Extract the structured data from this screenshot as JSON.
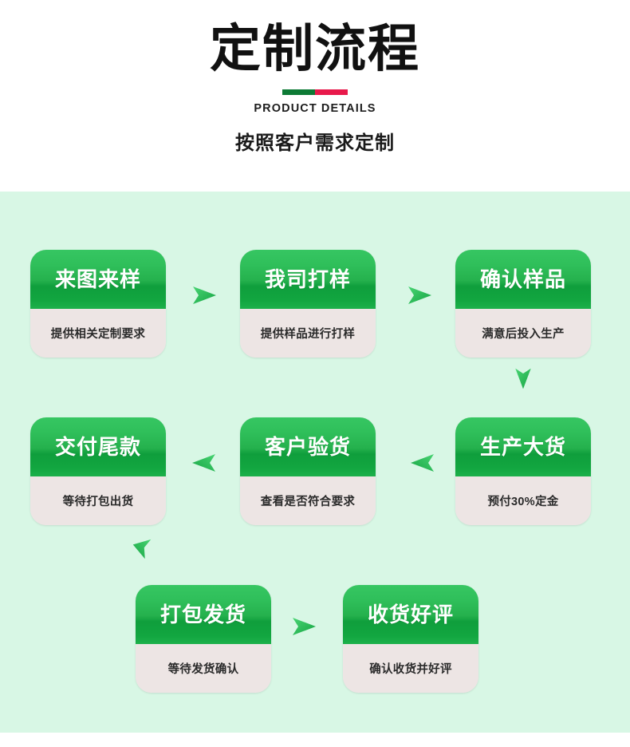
{
  "header": {
    "title": "定制流程",
    "subtitle_en": "PRODUCT DETAILS",
    "subtitle_cn": "按照客户需求定制",
    "divider_left_color": "#0d7a35",
    "divider_right_color": "#e8194b"
  },
  "theme": {
    "panel_background": "#d8f7e5",
    "card_head_green": "#1cb04a",
    "card_head_green_dark": "#0f9e3c",
    "card_body_background": "#ede5e4",
    "arrow_color": "#2fbe5c",
    "page_background": "#ffffff"
  },
  "flow": {
    "steps": [
      {
        "id": "step-1",
        "title": "来图来样",
        "desc": "提供相关定制要求"
      },
      {
        "id": "step-2",
        "title": "我司打样",
        "desc": "提供样品进行打样"
      },
      {
        "id": "step-3",
        "title": "确认样品",
        "desc": "满意后投入生产"
      },
      {
        "id": "step-4",
        "title": "生产大货",
        "desc": "预付30%定金"
      },
      {
        "id": "step-5",
        "title": "客户验货",
        "desc": "查看是否符合要求"
      },
      {
        "id": "step-6",
        "title": "交付尾款",
        "desc": "等待打包出货"
      },
      {
        "id": "step-7",
        "title": "打包发货",
        "desc": "等待发货确认"
      },
      {
        "id": "step-8",
        "title": "收货好评",
        "desc": "确认收货并好评"
      }
    ],
    "connectors": [
      {
        "id": "arrow-1",
        "direction": "right",
        "from": "step-1",
        "to": "step-2"
      },
      {
        "id": "arrow-2",
        "direction": "right",
        "from": "step-2",
        "to": "step-3"
      },
      {
        "id": "arrow-3",
        "direction": "down",
        "from": "step-3",
        "to": "step-4"
      },
      {
        "id": "arrow-4",
        "direction": "left",
        "from": "step-4",
        "to": "step-5"
      },
      {
        "id": "arrow-5",
        "direction": "left",
        "from": "step-5",
        "to": "step-6"
      },
      {
        "id": "arrow-6",
        "direction": "down-left",
        "from": "step-6",
        "to": "step-7"
      },
      {
        "id": "arrow-7",
        "direction": "right",
        "from": "step-7",
        "to": "step-8"
      }
    ]
  }
}
